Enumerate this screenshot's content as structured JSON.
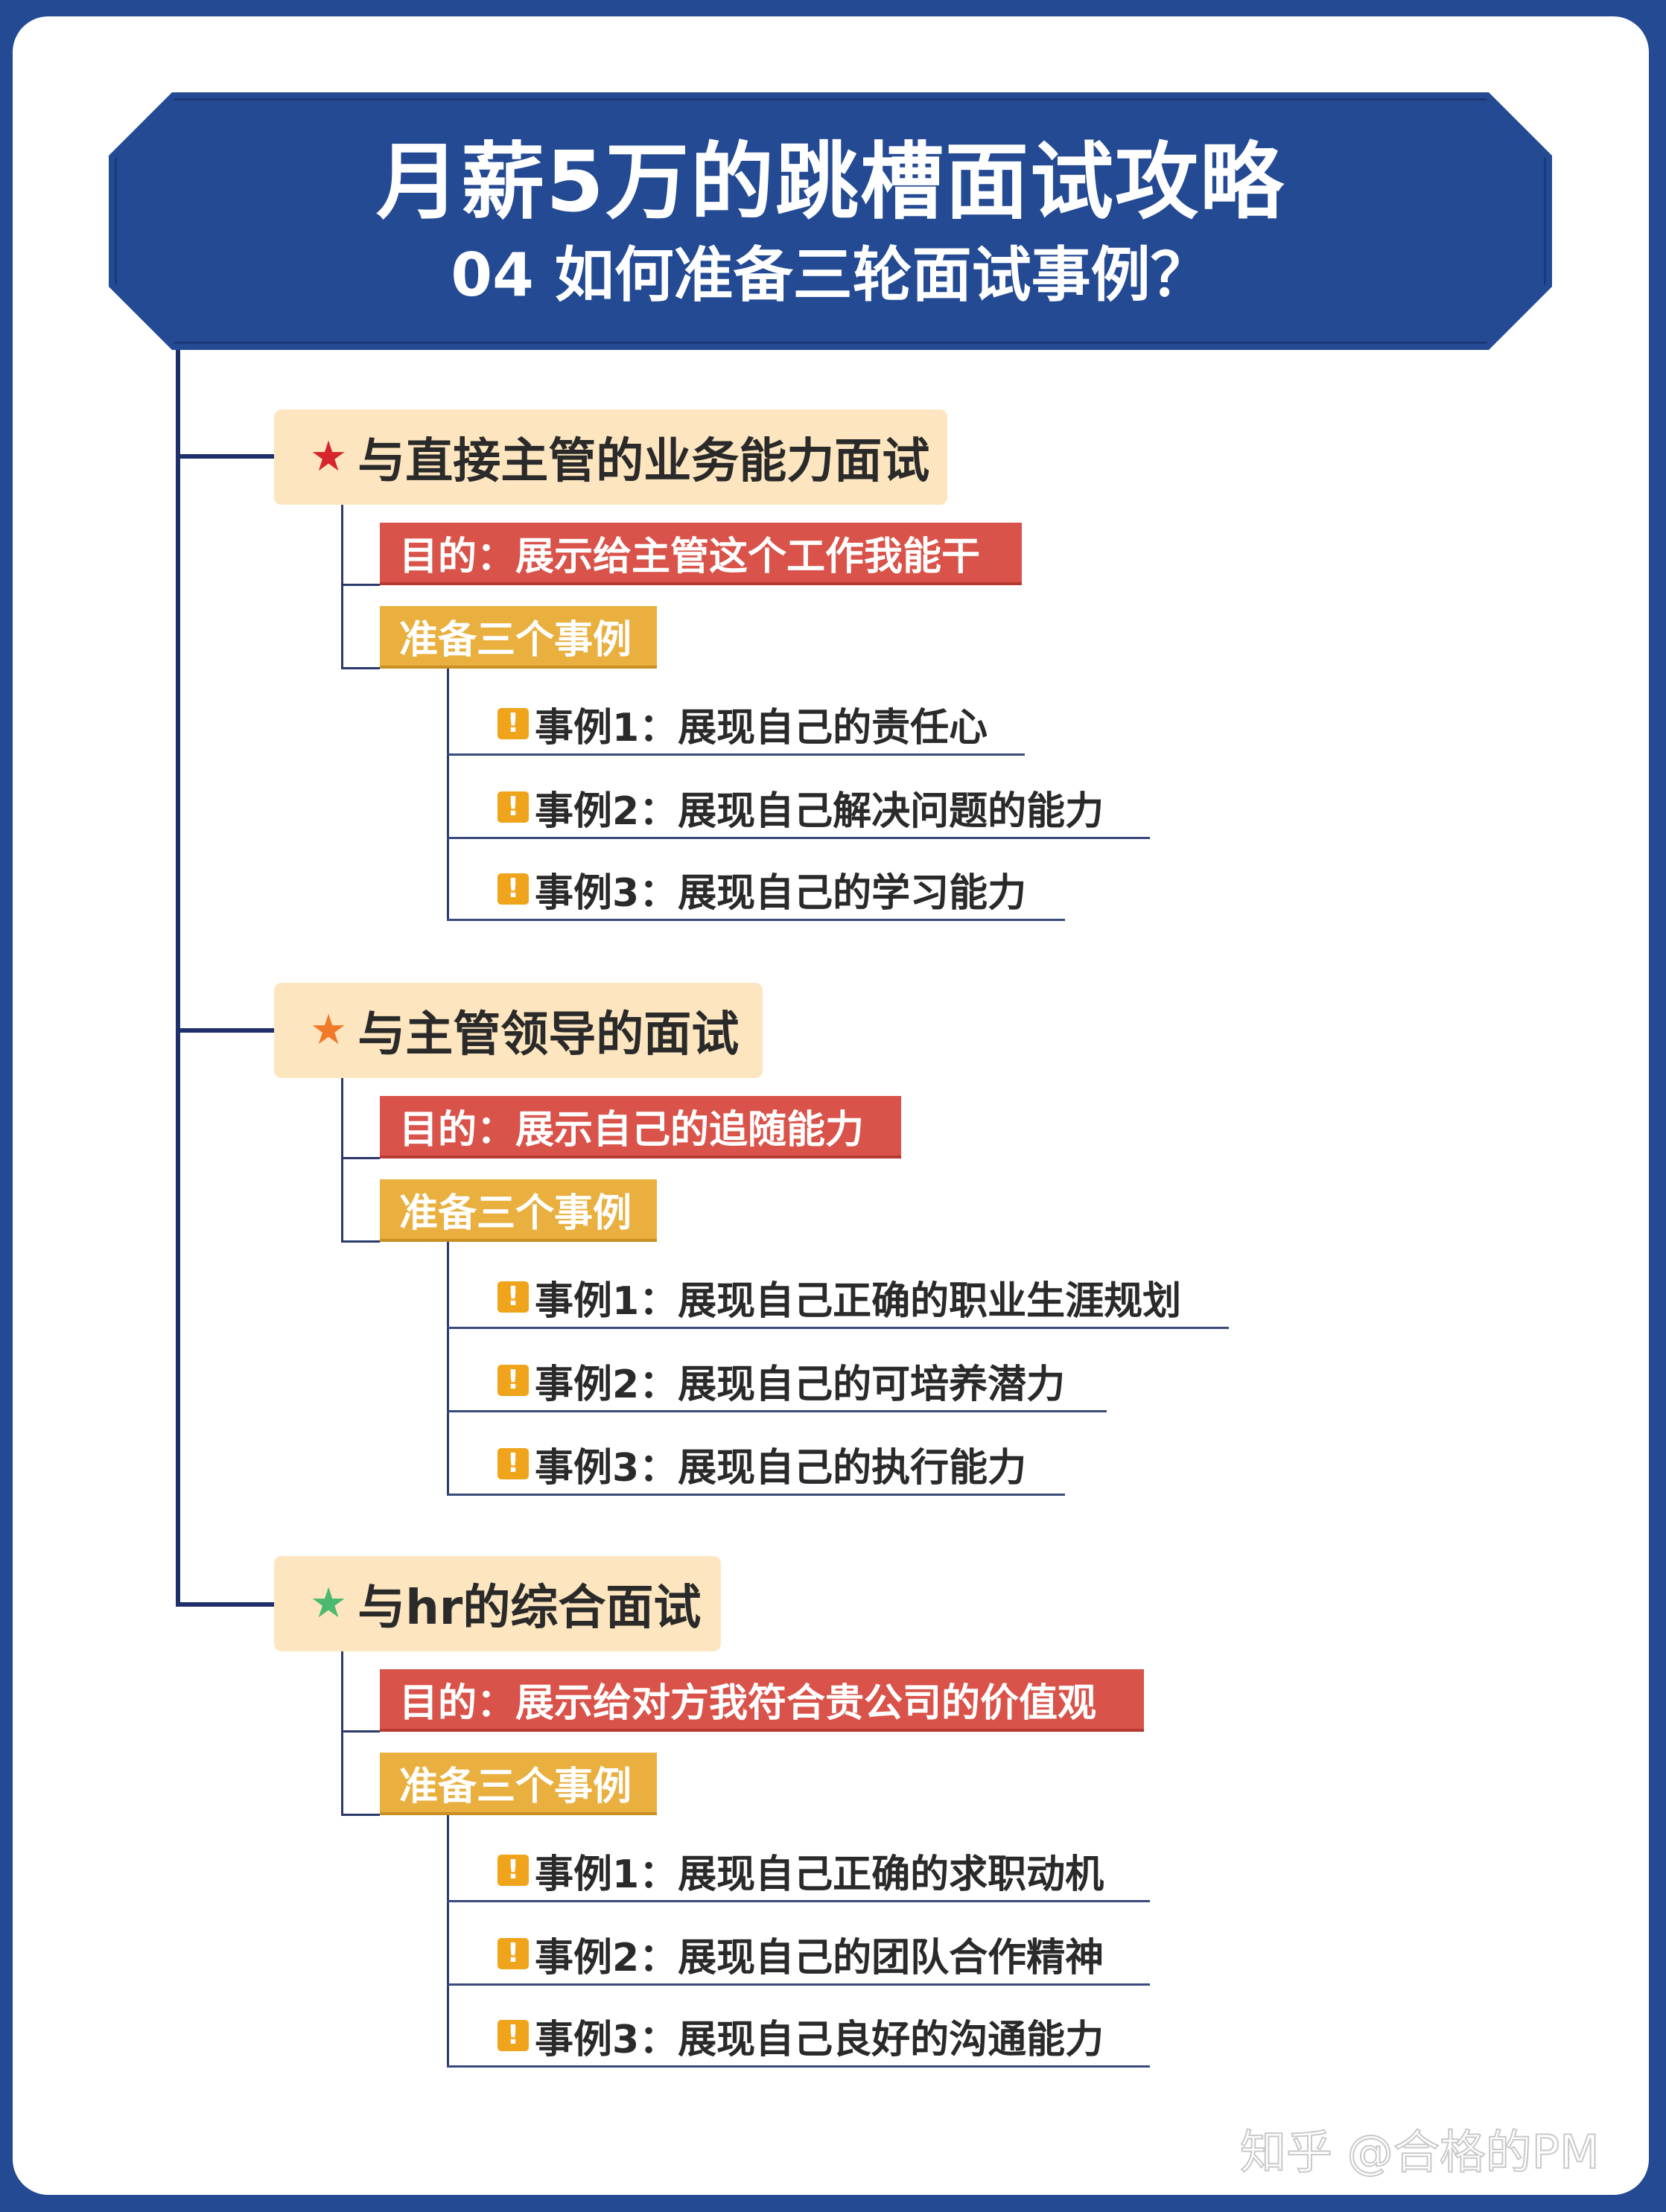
{
  "header": {
    "title": "月薪5万的跳槽面试攻略",
    "subtitle": "04 如何准备三轮面试事例？"
  },
  "sections": [
    {
      "star_color": "#d7262b",
      "title": "与直接主管的业务能力面试",
      "goal": "目的：展示给主管这个工作我能干",
      "prep": "准备三个事例",
      "examples": [
        "事例1：展现自己的责任心",
        "事例2：展现自己解决问题的能力",
        "事例3：展现自己的学习能力"
      ]
    },
    {
      "star_color": "#f07a2a",
      "title": "与主管领导的面试",
      "goal": "目的：展示自己的追随能力",
      "prep": "准备三个事例",
      "examples": [
        "事例1：展现自己正确的职业生涯规划",
        "事例2：展现自己的可培养潜力",
        "事例3：展现自己的执行能力"
      ]
    },
    {
      "star_color": "#4cb870",
      "title": "与hr的综合面试",
      "goal": "目的：展示给对方我符合贵公司的价值观",
      "prep": "准备三个事例",
      "examples": [
        "事例1：展现自己正确的求职动机",
        "事例2：展现自己的团队合作精神",
        "事例3：展现自己良好的沟通能力"
      ]
    }
  ],
  "watermark": "知乎 @合格的PM",
  "icons": {
    "star": "star-icon",
    "warning": "warning-icon"
  }
}
